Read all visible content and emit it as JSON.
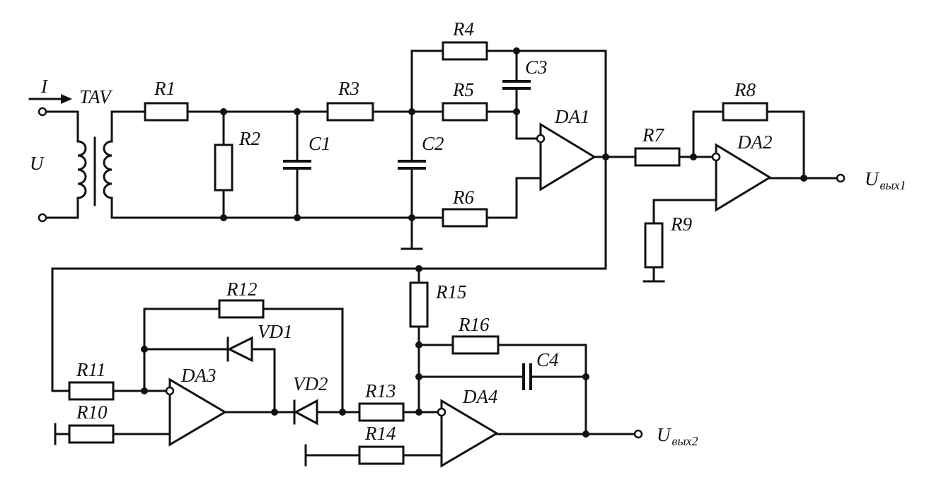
{
  "labels": {
    "I": "I",
    "U": "U",
    "TAV": "TAV",
    "R1": "R1",
    "R2": "R2",
    "R3": "R3",
    "R4": "R4",
    "R5": "R5",
    "R6": "R6",
    "R7": "R7",
    "R8": "R8",
    "R9": "R9",
    "R10": "R10",
    "R11": "R11",
    "R12": "R12",
    "R13": "R13",
    "R14": "R14",
    "R15": "R15",
    "R16": "R16",
    "C1": "C1",
    "C2": "C2",
    "C3": "C3",
    "C4": "C4",
    "DA1": "DA1",
    "DA2": "DA2",
    "DA3": "DA3",
    "DA4": "DA4",
    "VD1": "VD1",
    "VD2": "VD2",
    "out1_main": "U",
    "out1_sub": "вых1",
    "out2_main": "U",
    "out2_sub": "вых2"
  }
}
